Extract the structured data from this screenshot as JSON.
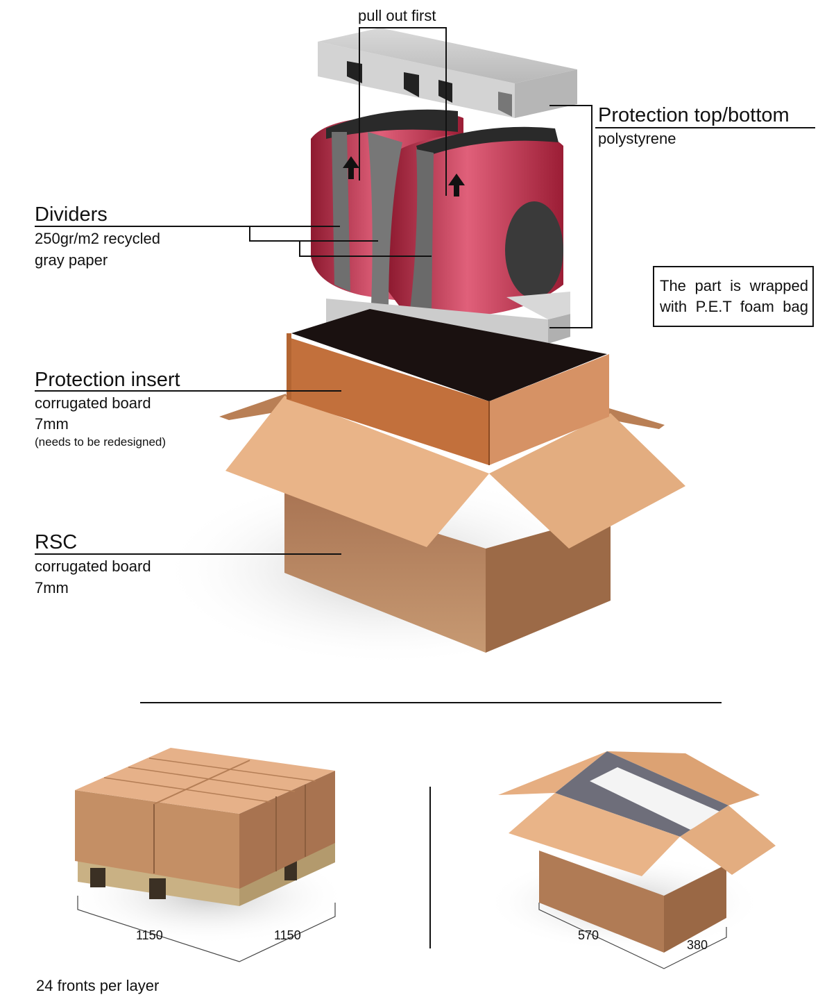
{
  "top_label": "pull out first",
  "labels": {
    "protection_top": {
      "title": "Protection top/bottom",
      "material": "polystyrene"
    },
    "dividers": {
      "title": "Dividers",
      "line1": "250gr/m2 recycled",
      "line2": "gray paper"
    },
    "protection_insert": {
      "title": "Protection insert",
      "line1": "corrugated board",
      "line2": "7mm",
      "note": "(needs to be redesigned)"
    },
    "rsc": {
      "title": "RSC",
      "line1": "corrugated board",
      "line2": "7mm"
    }
  },
  "wrap_note": {
    "line1": "The part is wrapped",
    "line2": "with P.E.T foam bag"
  },
  "pallet": {
    "dim_a": "1150",
    "dim_b": "1150",
    "caption": "24 fronts per layer"
  },
  "small_box": {
    "dim_a": "570",
    "dim_b": "380"
  },
  "colors": {
    "cardboard_light": "#e9b488",
    "cardboard_mid": "#c98f62",
    "cardboard_dark": "#9c6a47",
    "insert_orange": "#c2703c",
    "foam_gray": "#cfcfcf",
    "part_red": "#b5253f",
    "divider_gray": "#6f6f6f"
  }
}
